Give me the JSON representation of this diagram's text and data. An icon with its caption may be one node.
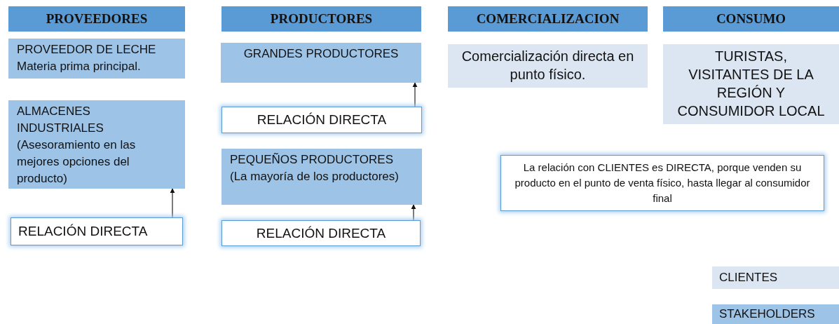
{
  "diagram": {
    "nodes": [
      {
        "text": [
          "PROVEEDORES"
        ]
      },
      {
        "text": [
          "PROVEEDOR DE LECHE",
          "Materia prima principal."
        ]
      },
      {
        "text": [
          "ALMACENES INDUSTRIALES",
          "(Asesoramiento en las mejores opciones del producto)"
        ]
      },
      {
        "text": [
          "RELACIÓN DIRECTA"
        ]
      },
      {
        "text": [
          "PRODUCTORES"
        ]
      },
      {
        "text": [
          "GRANDES PRODUCTORES"
        ]
      },
      {
        "text": [
          "RELACIÓN DIRECTA"
        ]
      },
      {
        "text": [
          "PEQUEÑOS PRODUCTORES",
          "(La mayoría de los productores)"
        ]
      },
      {
        "text": [
          "RELACIÓN DIRECTA"
        ]
      },
      {
        "text": [
          "COMERCIALIZACION"
        ]
      },
      {
        "text": [
          "Comercialización directa en punto físico."
        ]
      },
      {
        "text": [
          "CONSUMO"
        ]
      },
      {
        "text": [
          "TURISTAS, VISITANTES DE LA REGIÓN Y CONSUMIDOR LOCAL"
        ]
      },
      {
        "text": [
          "La relación con CLIENTES es DIRECTA, porque venden su producto en el punto de venta físico, hasta llegar al consumidor final"
        ]
      }
    ],
    "edges": [
      {
        "from": 3,
        "to": 2,
        "arrow": "to"
      },
      {
        "from": 6,
        "to": 5,
        "arrow": "to"
      },
      {
        "from": 8,
        "to": 7,
        "arrow": "to"
      }
    ],
    "legend": [
      {
        "text": "CLIENTES",
        "color": "#dce6f2"
      },
      {
        "text": "STAKEHOLDERS",
        "color": "#9dc3e6"
      }
    ]
  }
}
